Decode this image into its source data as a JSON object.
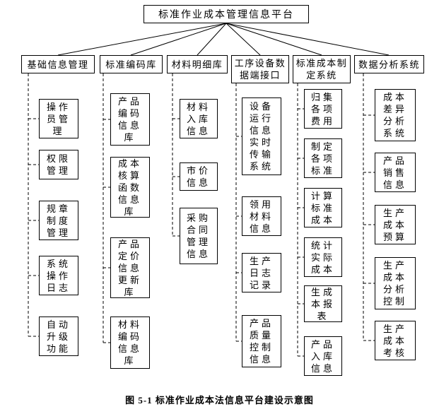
{
  "title": "标准作业成本管理信息平台",
  "caption": "图 5-1 标准作业成本法信息平台建设示意图",
  "columns": [
    {
      "label": "基础信息管理",
      "children": [
        "操作员管理",
        "权限管理",
        "规章制度管理",
        "系统操作日志",
        "自动升级功能"
      ]
    },
    {
      "label": "标准编码库",
      "children": [
        "产品编码信息库",
        "成本核算函数信息库",
        "产品定价信息更新库",
        "材料编码信息库"
      ]
    },
    {
      "label": "材料明细库",
      "children": [
        "材料入库信息",
        "市价信息",
        "采购合同管理信息"
      ]
    },
    {
      "label": "工序设备数据端接口",
      "children": [
        "设备运行信息实时传输系统",
        "领用材料信息",
        "生产日志记录",
        "产品质量控制信息"
      ]
    },
    {
      "label": "标准成本制定系统",
      "children": [
        "归集各项费用",
        "制定各项标准",
        "计算标准成本",
        "统计实际成本",
        "生成本报表",
        "产品入库信息"
      ]
    },
    {
      "label": "数据分析系统",
      "children": [
        "成本差异分析系统",
        "产品销售信息",
        "生产成本预算",
        "生产成本分析控制",
        "生产成本考核"
      ]
    }
  ],
  "line_colors": {
    "connector": "#000000"
  }
}
